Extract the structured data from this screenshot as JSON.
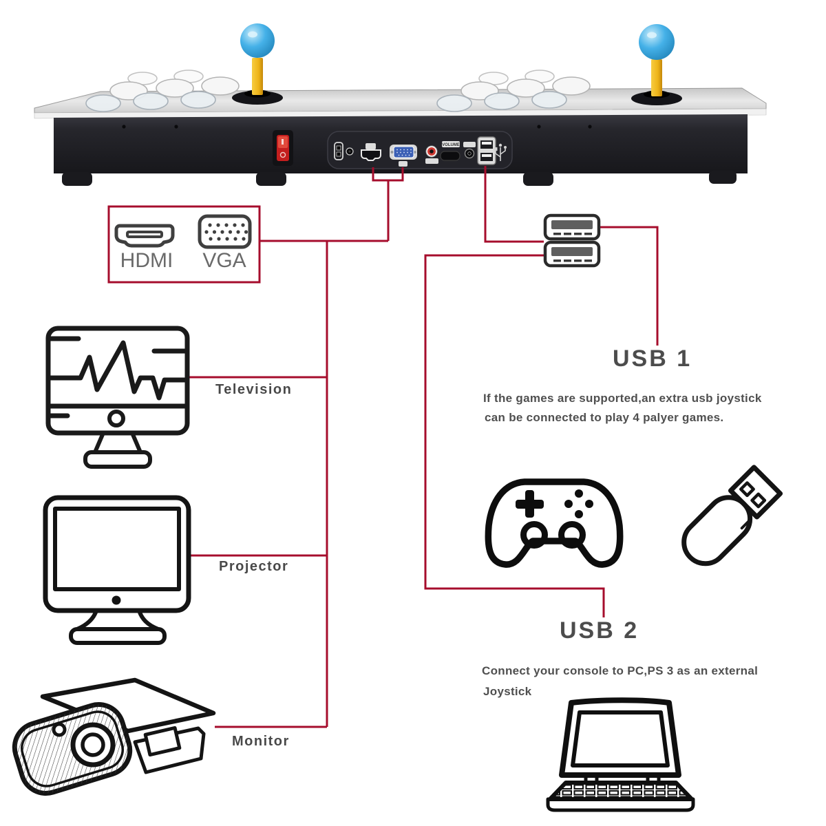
{
  "video_box": {
    "hdmi_label": "HDMI",
    "vga_label": "VGA"
  },
  "outputs": [
    {
      "label": "Television"
    },
    {
      "label": "Projector"
    },
    {
      "label": "Monitor"
    }
  ],
  "usb1": {
    "title": "USB 1",
    "desc_line1": "If the games are supported,an extra usb joystick",
    "desc_line2": "can be connected to play 4 palyer games."
  },
  "usb2": {
    "title": "USB 2",
    "desc_line1": "Connect your console to PC,PS 3 as an external",
    "desc_line2": "Joystick"
  },
  "console": {
    "volume_port_label": "VOLUME"
  },
  "colors": {
    "connector_line_red": "#a60d2c",
    "heading_gray": "#4c4c4c",
    "body_text_gray": "#4f4f4f",
    "port_word_gray": "#6a6a6a",
    "joystick_ball_blue": "#45b1e8",
    "joystick_shaft_yellow": "#eeb418",
    "vga_port_blue": "#3b5fb5",
    "power_switch_red": "#c41e1e"
  },
  "icons": {
    "hdmi": "hdmi-connector-icon",
    "vga": "vga-connector-icon",
    "television": "crt-tv-icon",
    "projector_row": "desktop-monitor-icon",
    "monitor_row": "video-projector-icon",
    "usb_pair": "usb-port-icon",
    "gamepad": "gamepad-icon",
    "flash_drive": "usb-flash-drive-icon",
    "laptop": "laptop-icon"
  }
}
